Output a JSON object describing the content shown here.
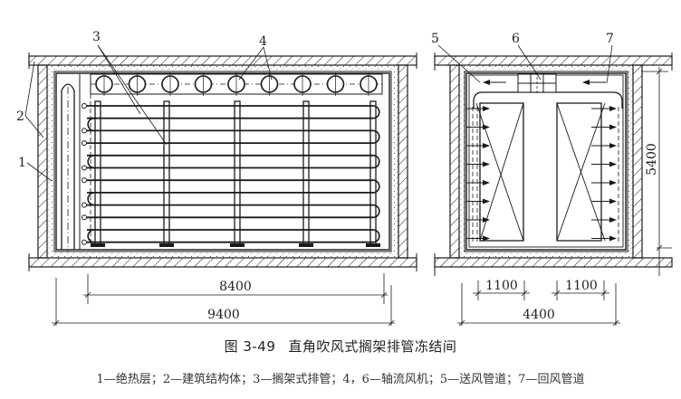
{
  "figure": {
    "number": "图 3-49",
    "title": "直角吹风式搁架排管冻结间",
    "legend": "1—绝热层；2—建筑结构体；3—搁架式排管；4，6—轴流风机；5—送风管道；7—回风管道"
  },
  "callouts": {
    "c1": "1",
    "c2": "2",
    "c3": "3",
    "c4": "4",
    "c5": "5",
    "c6": "6",
    "c7": "7"
  },
  "dimensions": {
    "inner_length": "8400",
    "outer_length": "9400",
    "height": "5400",
    "duct_left": "1100",
    "duct_right": "1100",
    "width": "4400"
  },
  "colors": {
    "line": "#1a1a1a",
    "insulation_dot": "#555555"
  }
}
